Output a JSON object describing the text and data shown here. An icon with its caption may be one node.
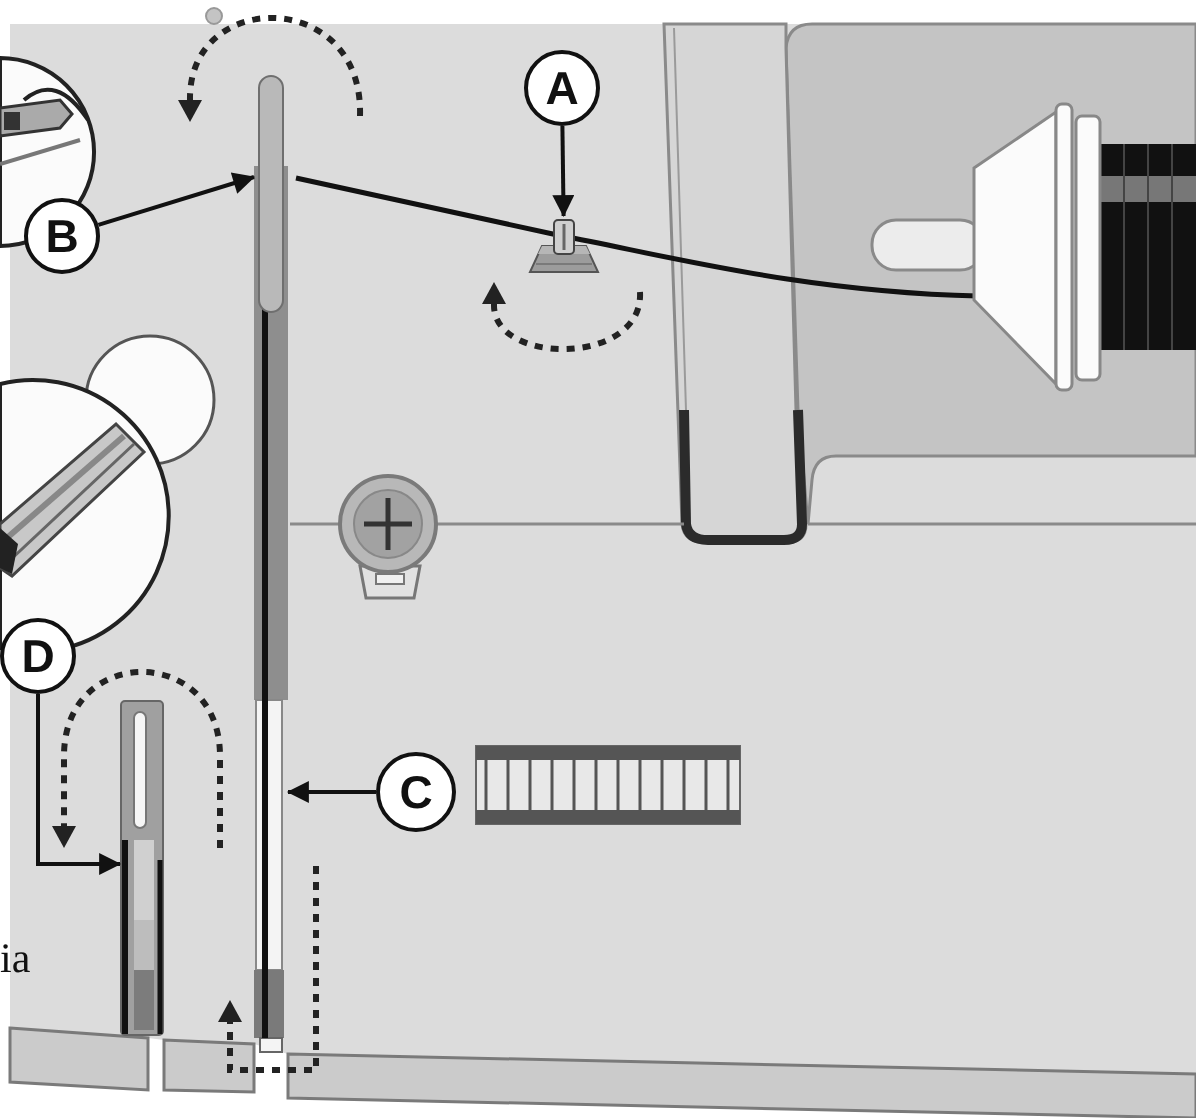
{
  "diagram": {
    "nodes": [
      {
        "text": [
          "A"
        ]
      },
      {
        "text": [],
        "shape": "picture"
      },
      {
        "text": [
          "B"
        ]
      },
      {
        "text": [],
        "shape": "bar"
      },
      {
        "text": [
          "D"
        ]
      },
      {
        "text": [],
        "shape": "picture"
      },
      {
        "text": [
          "C"
        ]
      }
    ],
    "edges": [
      {
        "from": 0,
        "to": 1,
        "arrow": "to"
      },
      {
        "from": 2,
        "to": 3,
        "arrow": "to"
      },
      {
        "from": 4,
        "to": 5,
        "arrow": "to"
      },
      {
        "from": 6,
        "to": 3,
        "arrow": "to"
      }
    ],
    "labels": [
      "ia"
    ]
  }
}
